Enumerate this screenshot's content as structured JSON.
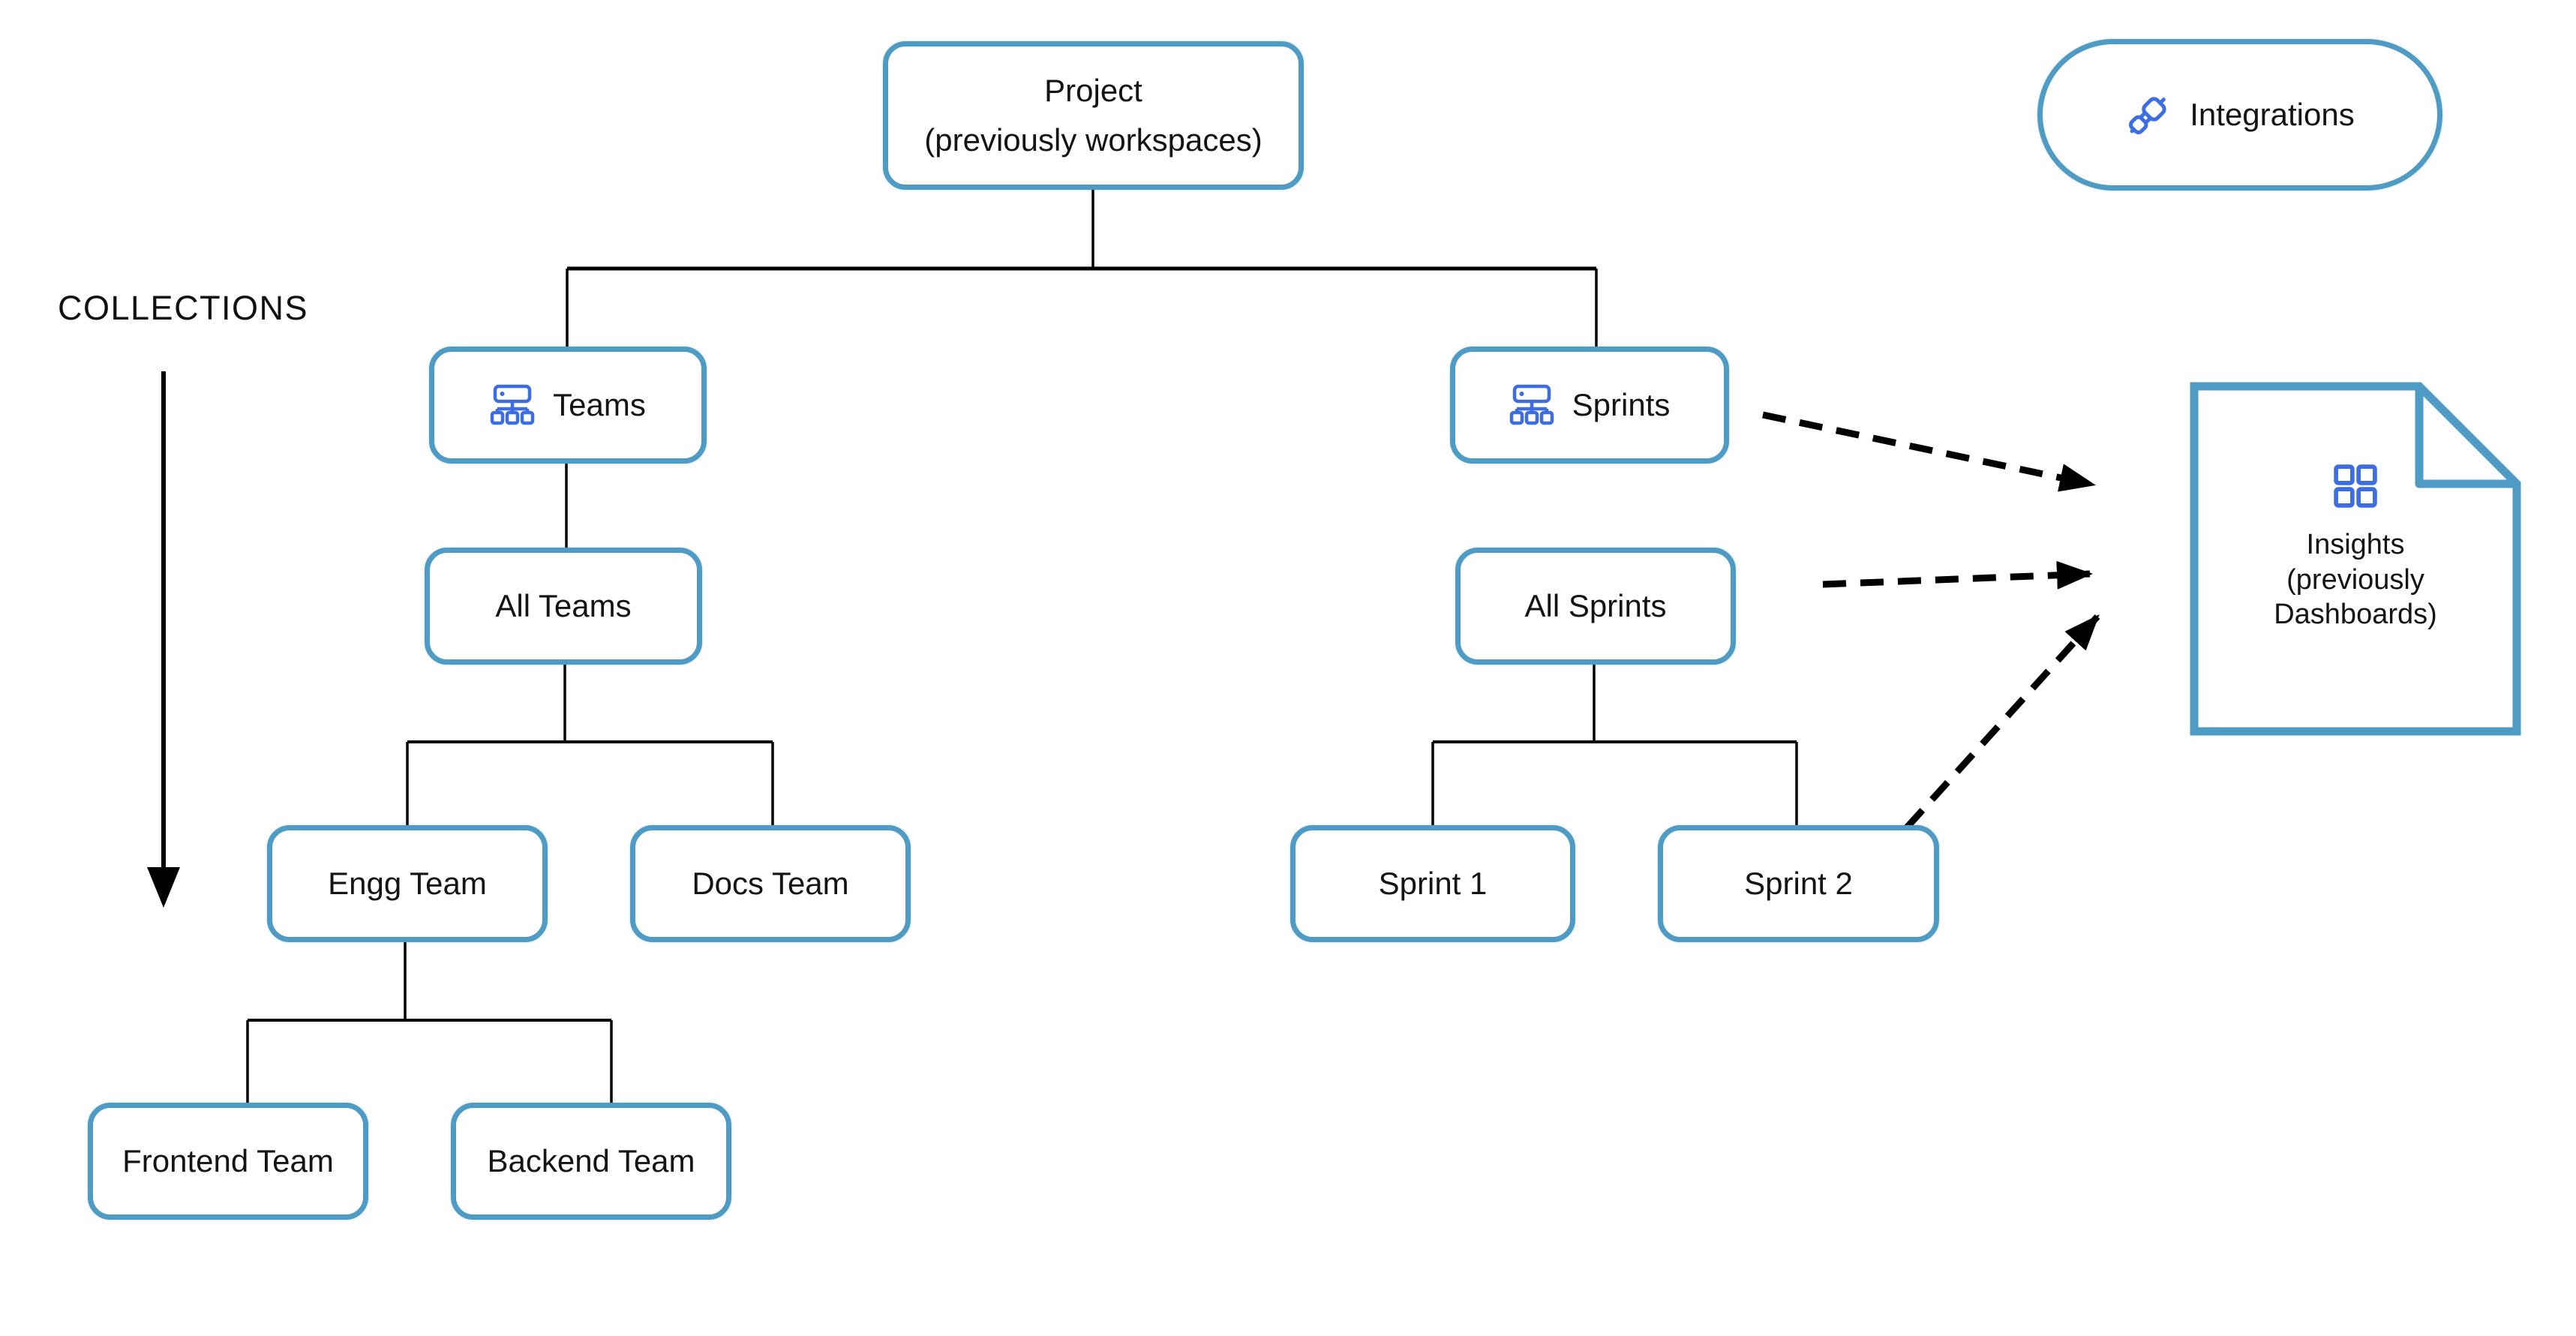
{
  "diagram": {
    "collections": {
      "label": "COLLECTIONS"
    },
    "nodes": {
      "project": {
        "line1": "Project",
        "line2": "(previously workspaces)"
      },
      "teams": {
        "label": "Teams",
        "icon": "sitemap-icon"
      },
      "sprints": {
        "label": "Sprints",
        "icon": "sitemap-icon"
      },
      "all_teams": {
        "label": "All Teams"
      },
      "all_sprints": {
        "label": "All Sprints"
      },
      "engg_team": {
        "label": "Engg Team"
      },
      "docs_team": {
        "label": "Docs Team"
      },
      "sprint_1": {
        "label": "Sprint 1"
      },
      "sprint_2": {
        "label": "Sprint 2"
      },
      "frontend_team": {
        "label": "Frontend Team"
      },
      "backend_team": {
        "label": "Backend Team"
      }
    },
    "integrations": {
      "label": "Integrations",
      "icon": "plug-connector-icon"
    },
    "insights": {
      "line1": "Insights",
      "line2": "(previously",
      "line3": "Dashboards)",
      "icon": "dashboard-grid-icon"
    },
    "colors": {
      "box_border": "#4e9bc5",
      "icon_blue": "#3d6de4",
      "line_color": "#000000",
      "text_color": "#141414",
      "bg": "#ffffff"
    }
  }
}
